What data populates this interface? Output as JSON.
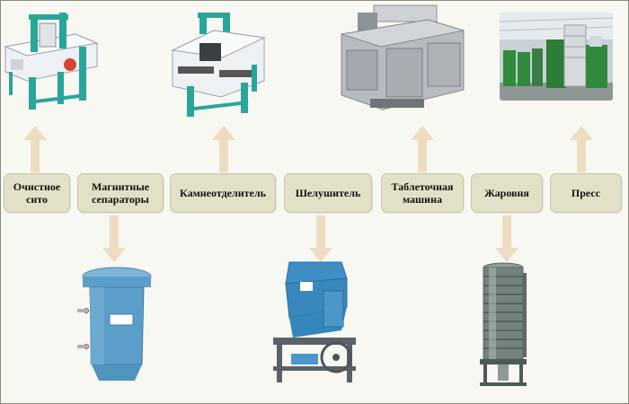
{
  "steps": [
    {
      "id": "cleaning-sieve",
      "label": "Очистное\nсито"
    },
    {
      "id": "magnetic-separators",
      "label": "Магнитные\nсепараторы"
    },
    {
      "id": "destoner",
      "label": "Камнеотделитель"
    },
    {
      "id": "huller",
      "label": "Шелушитель"
    },
    {
      "id": "flaking-mill",
      "label": "Таблеточная\nмашина"
    },
    {
      "id": "cooker",
      "label": "Жаровня"
    },
    {
      "id": "press",
      "label": "Пресс"
    }
  ],
  "colors": {
    "box": "#e2e1c8",
    "box_border": "#c6c5a6",
    "arrow": "#eedcc1",
    "machine_teal": "#2aa59a",
    "machine_white": "#f1f4f6",
    "machine_blue": "#5b9ec9",
    "machine_grey": "#9ea3a8",
    "machine_green": "#2f8a3c"
  }
}
